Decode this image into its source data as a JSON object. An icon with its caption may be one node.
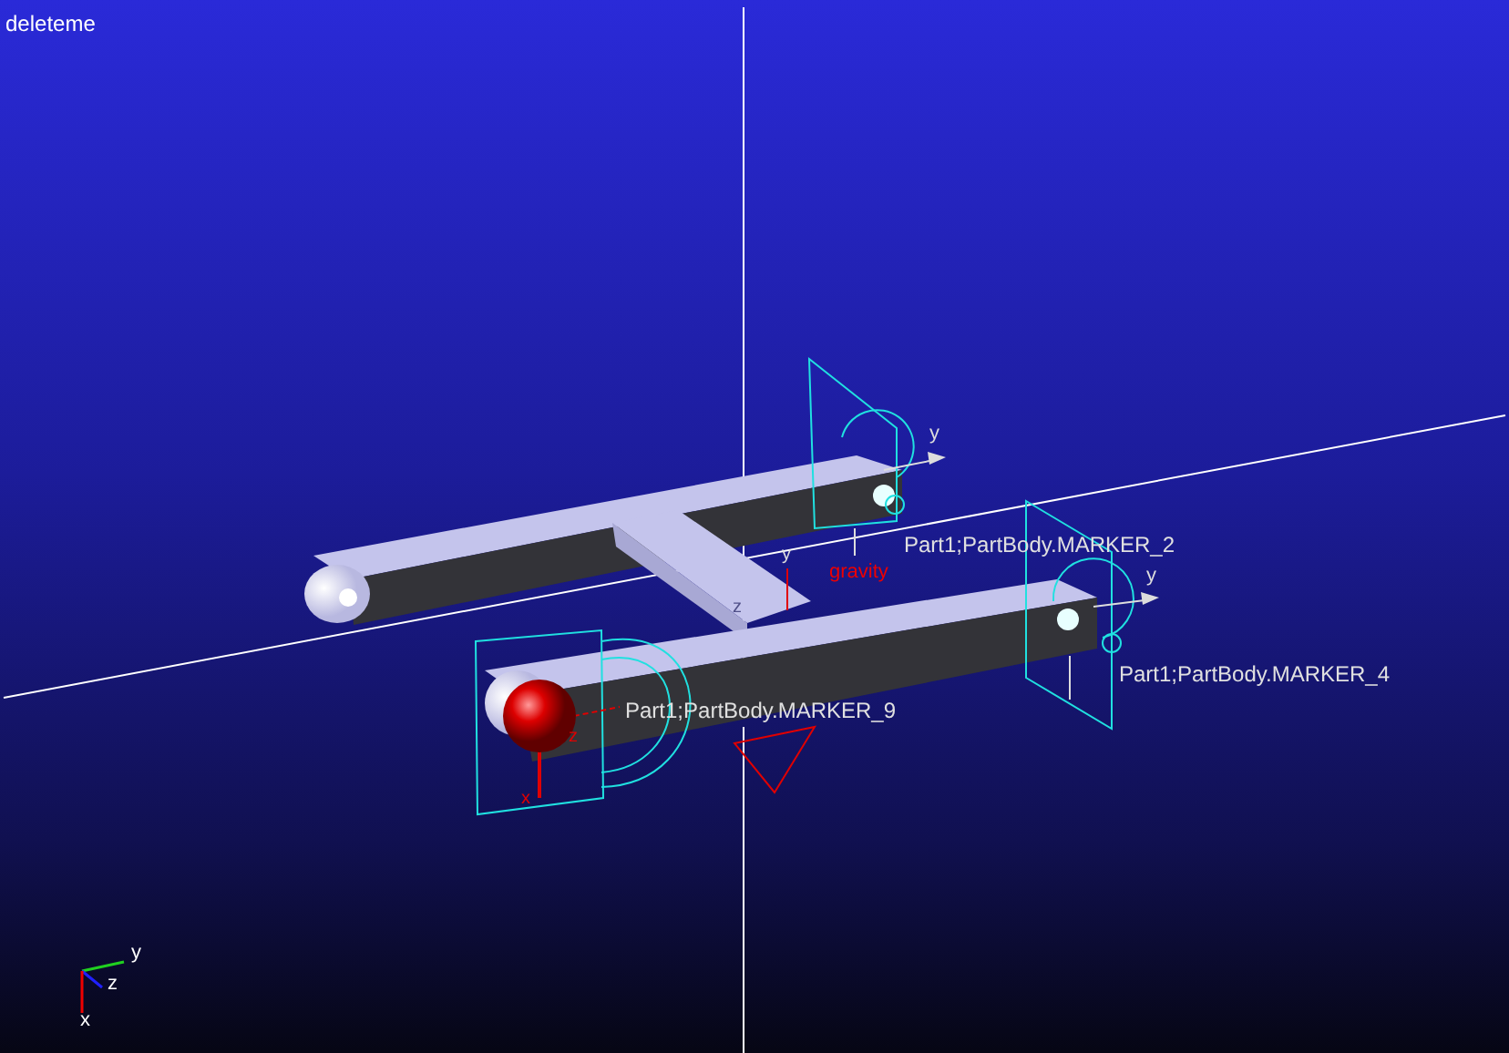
{
  "diagram": {
    "labels": [
      "deleteme",
      "y",
      "Part1;PartBody.MARKER_2",
      "y",
      "gravity",
      "y",
      "z",
      "Part1;PartBody.MARKER_4",
      "Part1;PartBody.MARKER_9",
      "z",
      "x",
      "y",
      "z",
      "x"
    ]
  }
}
